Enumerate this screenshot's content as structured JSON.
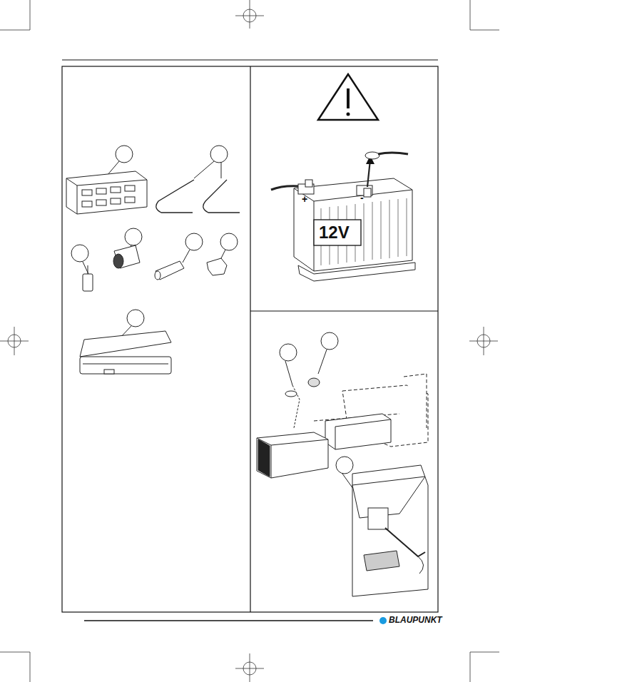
{
  "diagram": {
    "labels": [
      "12V",
      "+",
      "-",
      "BLAUPUNKT"
    ]
  }
}
